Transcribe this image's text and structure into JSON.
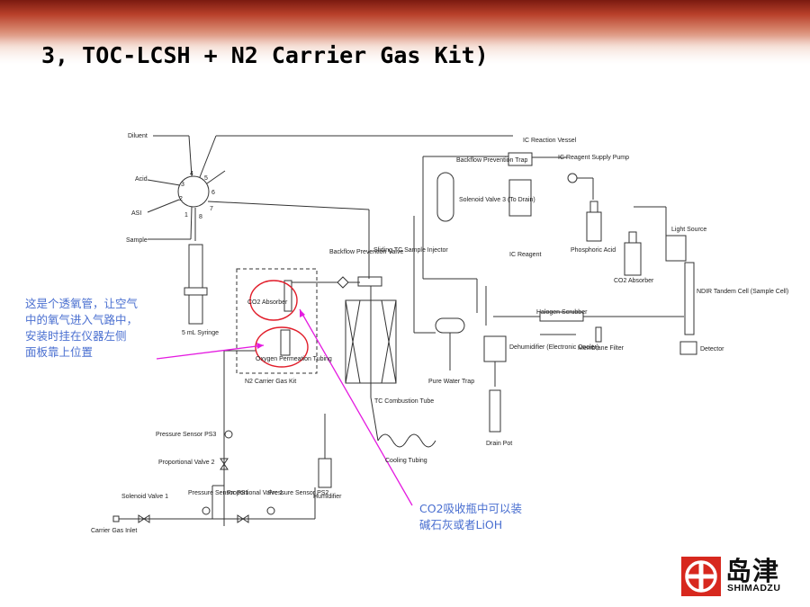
{
  "slide": {
    "title": "3, TOC-LCSH + N2 Carrier Gas Kit)",
    "note_left": "这是个透氧管，让空气\n中的氧气进入气路中，\n安装时挂在仪器左侧\n面板靠上位置",
    "note_right": "CO2吸收瓶中可以装\n碱石灰或者LiOH"
  },
  "diagram": {
    "labels": {
      "diluent": "Diluent",
      "acid": "Acid",
      "asi": "ASI",
      "sample": "Sample",
      "syringe": "5 mL Syringe",
      "co2_absorber_kit": "CO2 Absorber",
      "oxygen_tubing": "Oxygen Permeation Tubing",
      "kit_label": "N2 Carrier Gas Kit",
      "backflow_valve": "Backflow Prevention Valve",
      "sliding_tc": "Sliding TC Sample Injector",
      "backflow_trap": "Backflow Prevention Trap",
      "ic_vessel": "IC Reaction Vessel",
      "ic_pump": "IC Reagent Supply Pump",
      "solenoid3": "Solenoid Valve 3 (To Drain)",
      "ic_reagent": "IC Reagent",
      "phosphoric": "Phosphoric Acid",
      "co2_absorber": "CO2 Absorber",
      "light_source": "Light Source",
      "ndir": "NDIR Tandem Cell (Sample Cell)",
      "detector": "Detector",
      "halogen": "Halogen Scrubber",
      "membrane": "Membrane Filter",
      "dehumidifier": "Dehumidifier (Electronic Cooler)",
      "pure_water_trap": "Pure Water Trap",
      "tc_tube": "TC Combustion Tube",
      "cooling": "Cooling Tubing",
      "drain_pot": "Drain Pot",
      "humidifier": "Humidifier",
      "ps3": "Pressure Sensor PS3",
      "pv2": "Proportional Valve 2",
      "solenoid1": "Solenoid Valve 1",
      "ps1": "Pressure Sensor PS1",
      "pv1": "Proportional Valve 1",
      "ps2": "Pressure Sensor PS2",
      "carrier_inlet": "Carrier Gas Inlet",
      "ports": [
        "1",
        "2",
        "3",
        "4",
        "5",
        "6",
        "7",
        "8"
      ]
    }
  },
  "logo": {
    "cn": "岛津",
    "en": "SHIMADZU",
    "color": "#d7281e"
  }
}
